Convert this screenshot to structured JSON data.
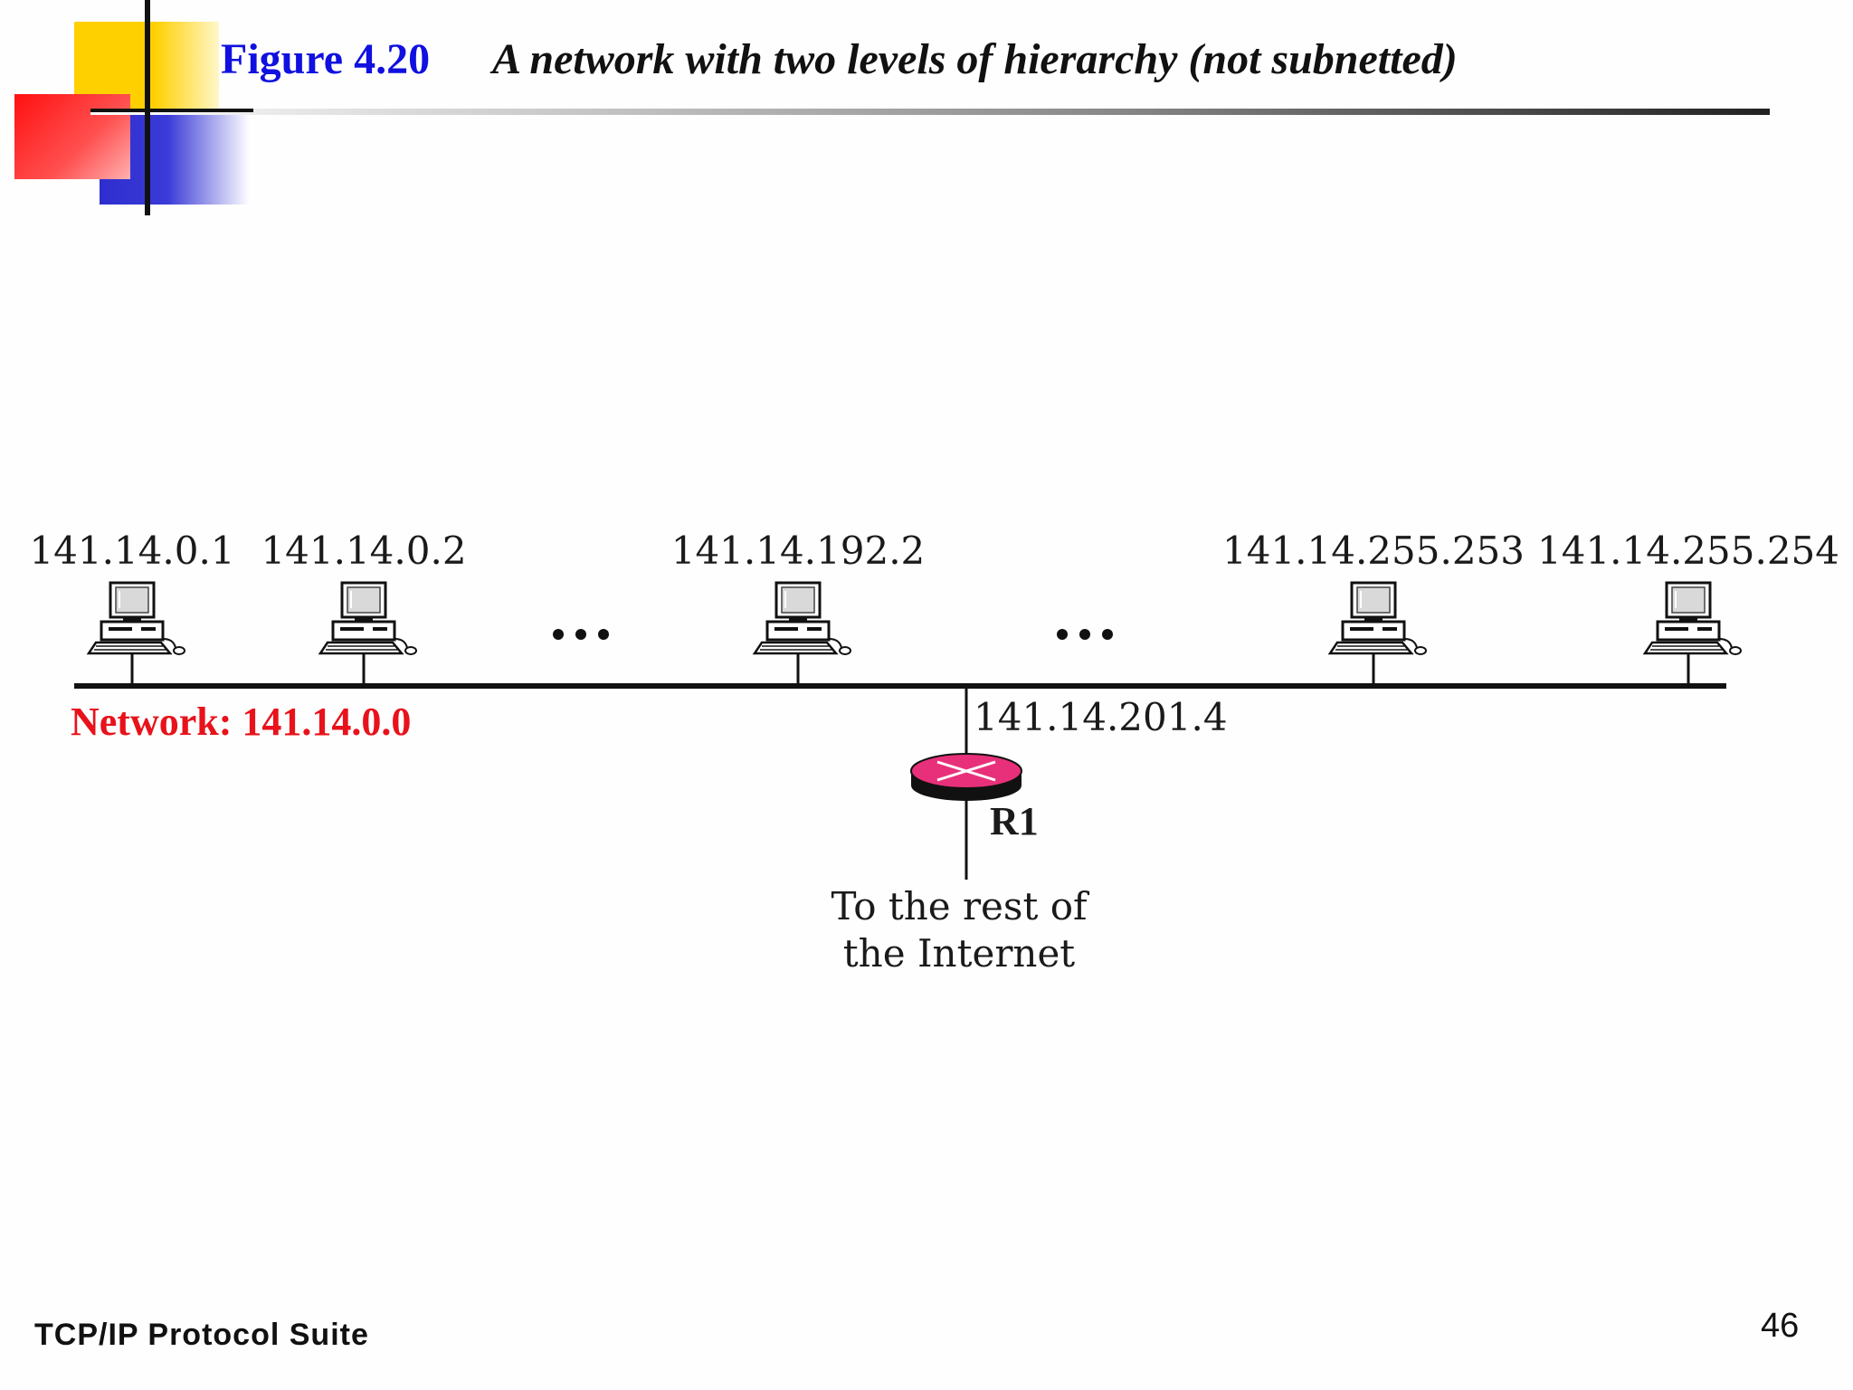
{
  "header": {
    "figure_number": "Figure 4.20",
    "figure_title": "A network with two levels of hierarchy (not subnetted)"
  },
  "network": {
    "label": "Network: 141.14.0.0",
    "hosts": [
      {
        "address": "141.14.0.1",
        "icon": "computer-icon"
      },
      {
        "address": "141.14.0.2",
        "icon": "computer-icon"
      },
      {
        "address": "141.14.192.2",
        "icon": "computer-icon"
      },
      {
        "address": "141.14.255.253",
        "icon": "computer-icon"
      },
      {
        "address": "141.14.255.254",
        "icon": "computer-icon"
      }
    ],
    "router": {
      "name": "R1",
      "interface_address": "141.14.201.4",
      "icon": "router-icon",
      "uplink_line1": "To the rest of",
      "uplink_line2": "the Internet"
    }
  },
  "colors": {
    "accent_blue": "#1010e0",
    "network_red": "#e8121b",
    "router_pink": "#e8307a"
  },
  "footer": {
    "suite": "TCP/IP Protocol Suite",
    "page": "46"
  }
}
